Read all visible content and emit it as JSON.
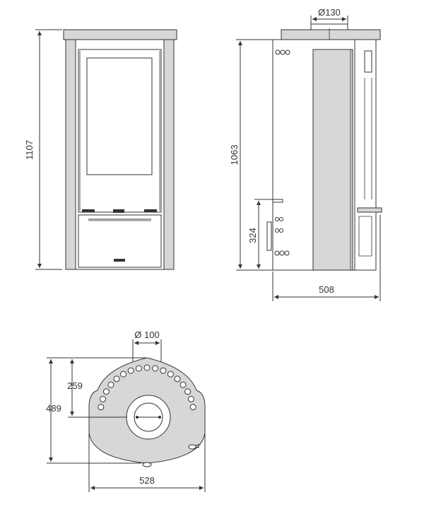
{
  "front_view": {
    "height_label": "1107"
  },
  "side_view": {
    "flue_label": "Ø130",
    "height_label": "1063",
    "inlet_height_label": "324",
    "depth_label": "508"
  },
  "top_view": {
    "air_inlet_label": "Ø 100",
    "flue_offset_label": "259",
    "depth_label": "489",
    "width_label": "528"
  },
  "colors": {
    "line": "#333333",
    "body_gray": "#d7d7d7"
  }
}
